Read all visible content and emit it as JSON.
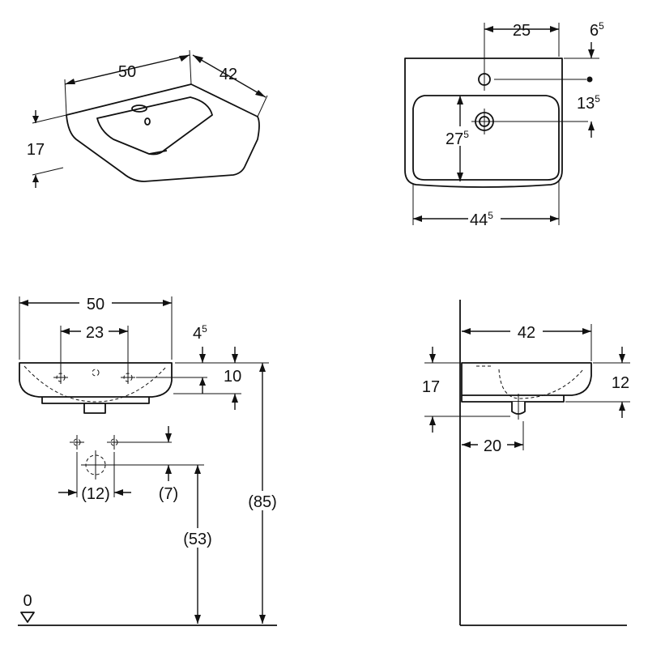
{
  "views": {
    "perspective": {
      "width": "50",
      "depth": "42",
      "height": "17"
    },
    "top": {
      "tap_offset": "25",
      "tap_from_back": {
        "main": "6",
        "sup": "5"
      },
      "drain_from_tap": {
        "main": "13",
        "sup": "5"
      },
      "bowl_depth": {
        "main": "27",
        "sup": "5"
      },
      "bowl_width": {
        "main": "44",
        "sup": "5"
      }
    },
    "front": {
      "width": "50",
      "mount_spacing": "23",
      "top_to_mount": {
        "main": "4",
        "sup": "5"
      },
      "mount_to_bottom": "10",
      "fixing_spacing": "(12)",
      "fixing_offset": "(7)",
      "fixing_height": "(53)",
      "rim_height": "(85)",
      "floor_label": "0"
    },
    "side": {
      "depth": "42",
      "total_height": "17",
      "body_height": "12",
      "drain_from_wall": "20"
    }
  }
}
